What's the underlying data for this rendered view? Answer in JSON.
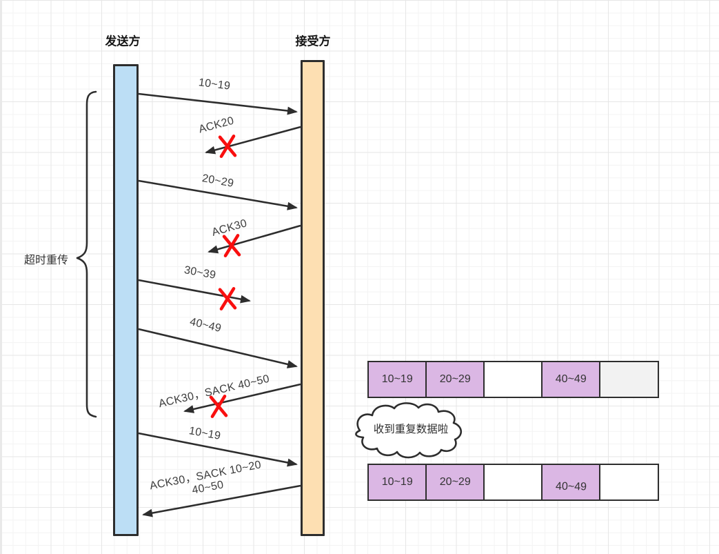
{
  "diagram": {
    "sender_label": "发送方",
    "receiver_label": "接受方",
    "brace_label": "超时重传",
    "cloud_text": "收到重复数据啦",
    "messages": [
      {
        "label": "10~19",
        "direction": "send",
        "lost": false
      },
      {
        "label": "ACK20",
        "direction": "ack",
        "lost": true
      },
      {
        "label": "20~29",
        "direction": "send",
        "lost": false
      },
      {
        "label": "ACK30",
        "direction": "ack",
        "lost": true
      },
      {
        "label": "30~39",
        "direction": "send",
        "lost": true
      },
      {
        "label": "40~49",
        "direction": "send",
        "lost": false
      },
      {
        "label": "ACK30，SACK 40~50",
        "direction": "ack",
        "lost": true
      },
      {
        "label": "10~19",
        "direction": "send",
        "lost": false
      },
      {
        "label": "ACK30，SACK 10~20",
        "label2": "40~50",
        "direction": "ack",
        "lost": false
      }
    ],
    "buffers": [
      {
        "cells": [
          {
            "label": "10~19",
            "fill": "#dbb7e4"
          },
          {
            "label": "20~29",
            "fill": "#dbb7e4"
          },
          {
            "label": "",
            "fill": "#ffffff"
          },
          {
            "label": "40~49",
            "fill": "#dbb7e4"
          },
          {
            "label": "",
            "fill": "#f2f2f2"
          }
        ]
      },
      {
        "cells": [
          {
            "label": "10~19",
            "fill": "#dbb7e4"
          },
          {
            "label": "20~29",
            "fill": "#dbb7e4"
          },
          {
            "label": "",
            "fill": "#ffffff"
          },
          {
            "label": "40~49",
            "fill": "#dbb7e4"
          },
          {
            "label": "",
            "fill": "#ffffff"
          }
        ]
      }
    ],
    "colors": {
      "sender_bar": "#bcdef5",
      "receiver_bar": "#fddfb2",
      "cell_purple": "#dbb7e4",
      "cell_gray": "#f2f2f2",
      "line": "#2d2d2d",
      "lost_x": "#f90f0f",
      "grid_minor": "#f3f3f3",
      "grid_major": "#e6e6e6"
    }
  }
}
